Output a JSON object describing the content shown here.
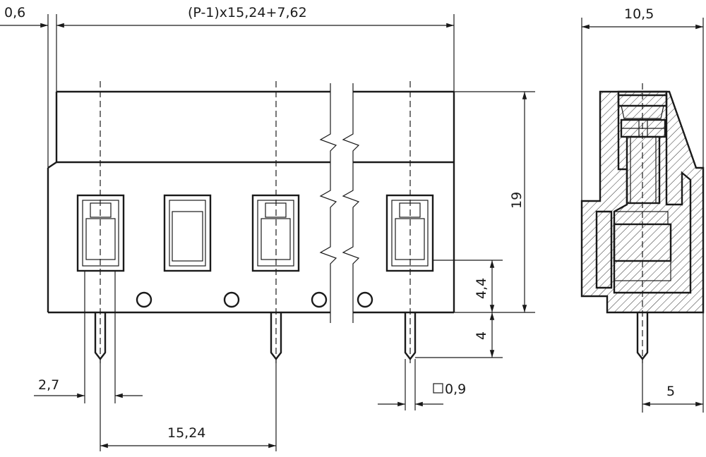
{
  "drawing": {
    "dimensions": {
      "offset_top_left": "0,6",
      "overall_width_formula": "(P-1)x15,24+7,62",
      "side_width": "10,5",
      "height": "19",
      "pin_height_above_base": "4,4",
      "pin_length": "4",
      "pin_offset": "2,7",
      "pitch": "15,24",
      "pin_size_square": "0,9",
      "side_pin_offset": "5"
    }
  }
}
